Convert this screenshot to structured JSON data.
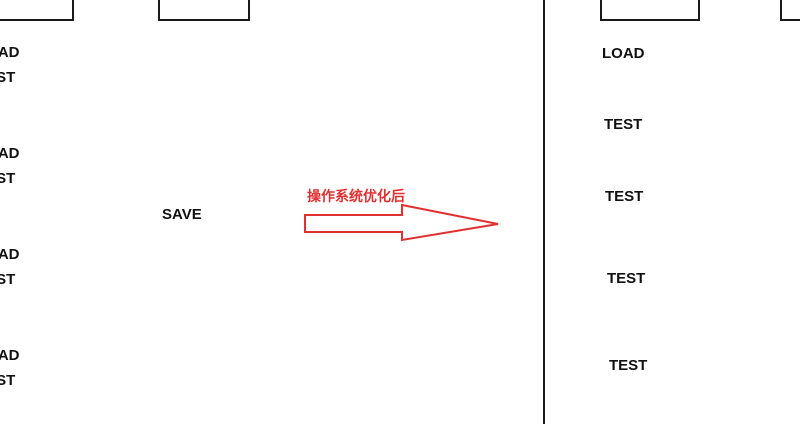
{
  "left_panel": {
    "rows": [
      {
        "load": "LOAD",
        "test": "TEST"
      },
      {
        "load": "LOAD",
        "test": "TEST"
      },
      {
        "load": "LOAD",
        "test": "TEST"
      },
      {
        "load": "LOAD",
        "test": "TEST"
      }
    ],
    "save": "SAVE"
  },
  "arrow": {
    "caption": "操作系统优化后",
    "color": "#e03030"
  },
  "right_panel": {
    "load": "LOAD",
    "tests": [
      "TEST",
      "TEST",
      "TEST",
      "TEST"
    ]
  }
}
